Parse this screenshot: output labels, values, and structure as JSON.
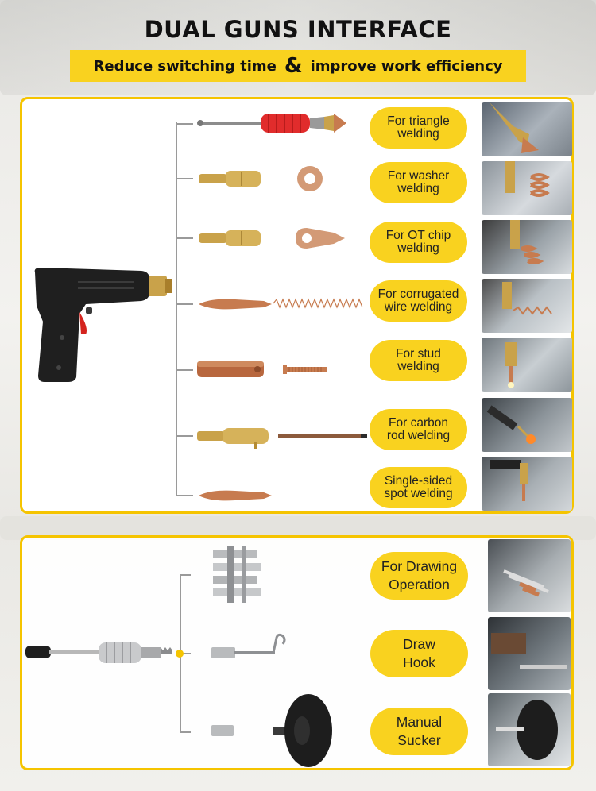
{
  "header": {
    "title": "DUAL GUNS INTERFACE",
    "banner_left": "Reduce switching time",
    "banner_amp": "&",
    "banner_right": "improve work efficiency"
  },
  "welding_gun_panel": {
    "items": [
      {
        "label": "For triangle\nwelding",
        "tool": "triangle-torch"
      },
      {
        "label": "For washer\nwelding",
        "tool": "washer"
      },
      {
        "label": "For OT chip\nwelding",
        "tool": "ot-chip"
      },
      {
        "label": "For corrugated\nwire welding",
        "tool": "corrugated-wire"
      },
      {
        "label": "For stud\nwelding",
        "tool": "stud"
      },
      {
        "label": "For carbon\nrod welding",
        "tool": "carbon-rod"
      },
      {
        "label": "Single-sided\nspot welding",
        "tool": "spot-tip"
      }
    ]
  },
  "puller_panel": {
    "items": [
      {
        "label": "For Drawing\nOperation",
        "tool": "drawing-claw"
      },
      {
        "label": "Draw\nHook",
        "tool": "draw-hook"
      },
      {
        "label": "Manual\nSucker",
        "tool": "suction-cup"
      }
    ]
  },
  "colors": {
    "accent_yellow": "#f9d21f",
    "panel_border": "#f5c400",
    "brass": "#c9a24a",
    "copper": "#c77b4f"
  }
}
